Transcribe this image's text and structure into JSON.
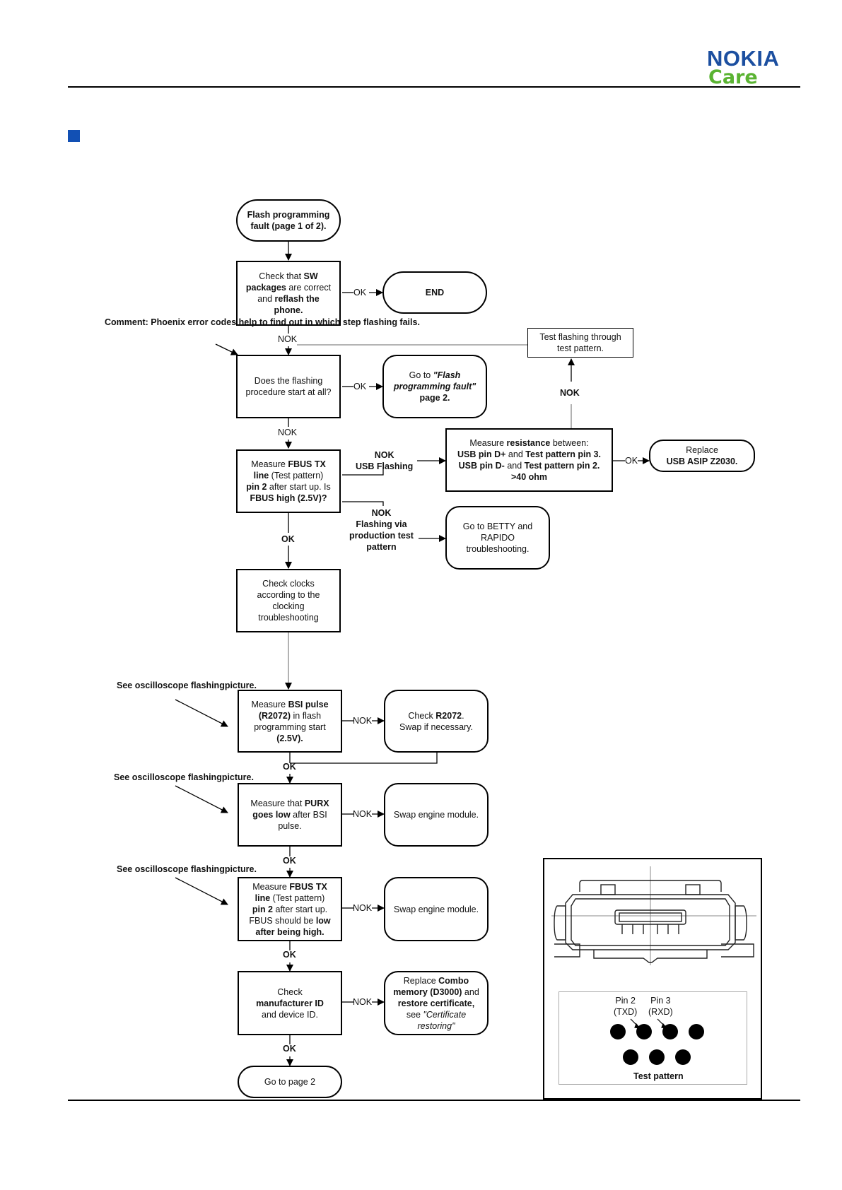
{
  "header": {
    "brand": "NOKIA",
    "sub": "Care"
  },
  "flow": {
    "start": [
      "Flash programming",
      "fault (page 1 of 2)."
    ],
    "check_sw": [
      "Check that ",
      "SW",
      "packages",
      " are correct",
      "and ",
      "reflash the",
      "phone."
    ],
    "end": "END",
    "comment": [
      "Comment: Phoenix error",
      "codes help to find out in",
      "which step flashing fails."
    ],
    "test_flash": [
      "Test flashing through",
      "test pattern."
    ],
    "does_start": [
      "Does the flashing",
      "procedure start at all?"
    ],
    "goto_flash": [
      "Go to ",
      "\"Flash",
      "programming fault\"",
      "page 2."
    ],
    "measure_fbus": [
      "Measure ",
      "FBUS TX",
      "line",
      " (Test pattern)",
      "pin 2",
      " after start up. Is",
      "FBUS high (2.5V)?"
    ],
    "measure_res": [
      "Measure ",
      " resistance",
      " between:",
      "USB pin D+",
      " and ",
      "Test pattern pin 3.",
      "USB pin D-",
      " and ",
      "Test pattern pin 2.",
      ">40 ohm"
    ],
    "replace_asip": [
      "Replace",
      "USB ASIP Z2030."
    ],
    "nok_usb": [
      "NOK",
      "USB Flashing"
    ],
    "nok_prod": [
      "NOK",
      "Flashing via",
      "production test",
      "pattern"
    ],
    "goto_betty": [
      "Go to BETTY and",
      "RAPIDO",
      "troubleshooting."
    ],
    "check_clocks": [
      "Check clocks",
      "according to the",
      "clocking",
      "troubleshooting"
    ],
    "see_osc": [
      "See oscilloscope flashing",
      "picture."
    ],
    "measure_bsi": [
      "Measure ",
      "BSI pulse",
      "(R2072)",
      " in flash",
      "programming start",
      "(2.5V)."
    ],
    "check_r2072": [
      "Check ",
      "R2072",
      ".",
      "Swap if necessary."
    ],
    "measure_purx": [
      "Measure that ",
      "PURX",
      "goes low",
      " after BSI",
      "pulse."
    ],
    "swap_engine": "Swap engine module.",
    "measure_fbus2": [
      "Measure ",
      "FBUS TX",
      "line",
      " (Test pattern)",
      "pin 2",
      " after start up.",
      "FBUS should be ",
      "low",
      "after being high."
    ],
    "check_manuf": [
      "Check",
      "manufacturer ID",
      "and device ID."
    ],
    "replace_combo": [
      "Replace ",
      "Combo",
      "memory (D3000)",
      " and",
      "restore certificate,",
      "see ",
      "\"Certificate",
      "restoring\""
    ],
    "goto_page2": "Go to page 2",
    "ok": "OK",
    "nok": "NOK"
  },
  "test_pattern": {
    "pin2": [
      "Pin 2",
      "(TXD)"
    ],
    "pin3": [
      "Pin 3",
      "(RXD)"
    ],
    "caption": "Test pattern"
  }
}
